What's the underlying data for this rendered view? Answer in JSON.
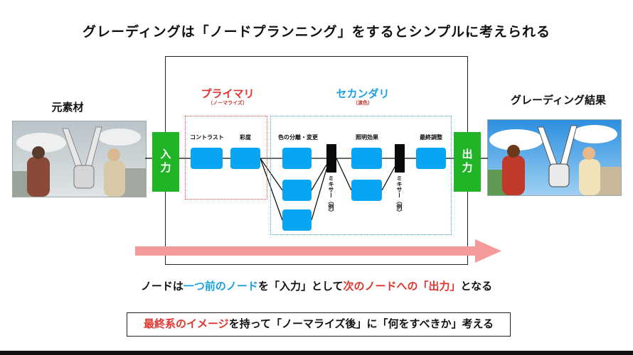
{
  "title": "グレーディングは「ノードプランニング」をするとシンプルに考えられる",
  "left": {
    "label": "元素材"
  },
  "right": {
    "label": "グレーディング結果"
  },
  "io": {
    "input": "入力",
    "output": "出力"
  },
  "primary": {
    "title": "プライマリ",
    "subtitle": "（ノーマライズ）",
    "color": "#e0342e"
  },
  "secondary": {
    "title": "セカンダリ",
    "subtitle": "（演色）",
    "color": "#1a9fe0"
  },
  "nodes": {
    "contrast": "コントラスト",
    "saturation": "彩度",
    "color_separation": "色の分離・変更",
    "lighting": "照明効果",
    "final": "最終調整"
  },
  "mixer_label": "ミキサー（例）",
  "message1": {
    "p1": "ノードは",
    "p2": "一つ前のノード",
    "p3": "を「入力」として",
    "p4": "次のノードへの「出力」",
    "p5": "となる"
  },
  "message2": {
    "p1": "最終系のイメージ",
    "p2": "を持って「ノーマライズ後」に「何をすべきか」考える"
  },
  "colors": {
    "node": "#09a4f2",
    "io": "#22b427",
    "arrow": "#f59a9a"
  }
}
